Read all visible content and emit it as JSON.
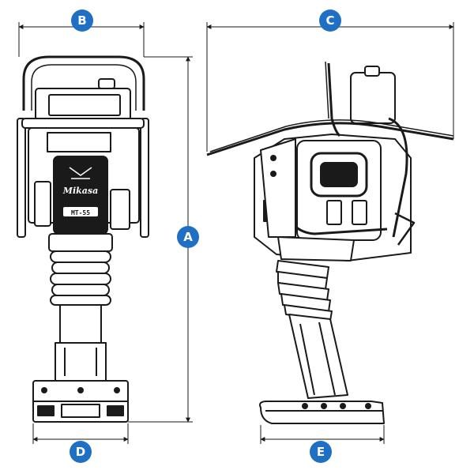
{
  "dimensions": {
    "A": {
      "label": "A"
    },
    "B": {
      "label": "B"
    },
    "C": {
      "label": "C"
    },
    "D": {
      "label": "D"
    },
    "E": {
      "label": "E"
    }
  },
  "machine": {
    "brand": "Mikasa",
    "model": "MT-55"
  },
  "colors": {
    "badge": "#1f6fc5",
    "line": "#1a1a1a"
  }
}
